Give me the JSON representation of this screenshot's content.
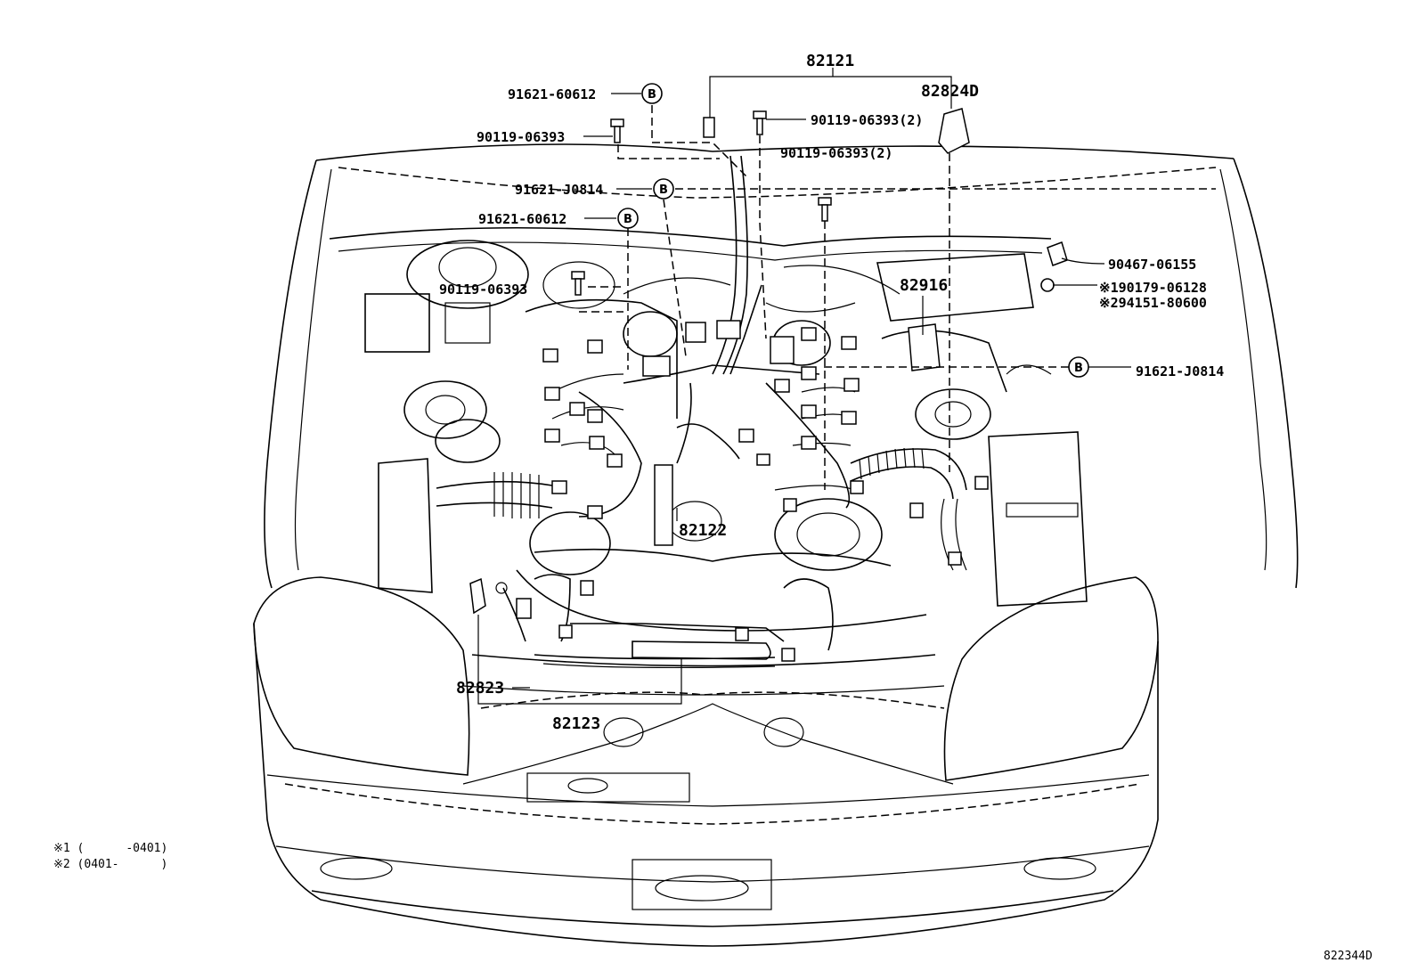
{
  "callouts": {
    "c82121": "82121",
    "c82824d": "82824D",
    "c82916": "82916",
    "c82122": "82122",
    "c82823": "82823",
    "c82123": "82123",
    "bolt_a": "90119-06393",
    "bolt_b": "90119-06393(2)",
    "bolt_c": "90119-06393(2)",
    "bolt_d": "90119-06393",
    "clamp_a": "91621-60612",
    "clamp_b": "91621-J0814",
    "clamp_c": "91621-60612",
    "clamp_d": "91621-J0814",
    "clip_a": "90467-06155",
    "nut_a": "※190179-06128",
    "nut_b": "※294151-80600",
    "b_marker": "B"
  },
  "notes": {
    "note1": "※1 (      -0401)",
    "note2": "※2 (0401-      )"
  },
  "figure_code": "822344D"
}
